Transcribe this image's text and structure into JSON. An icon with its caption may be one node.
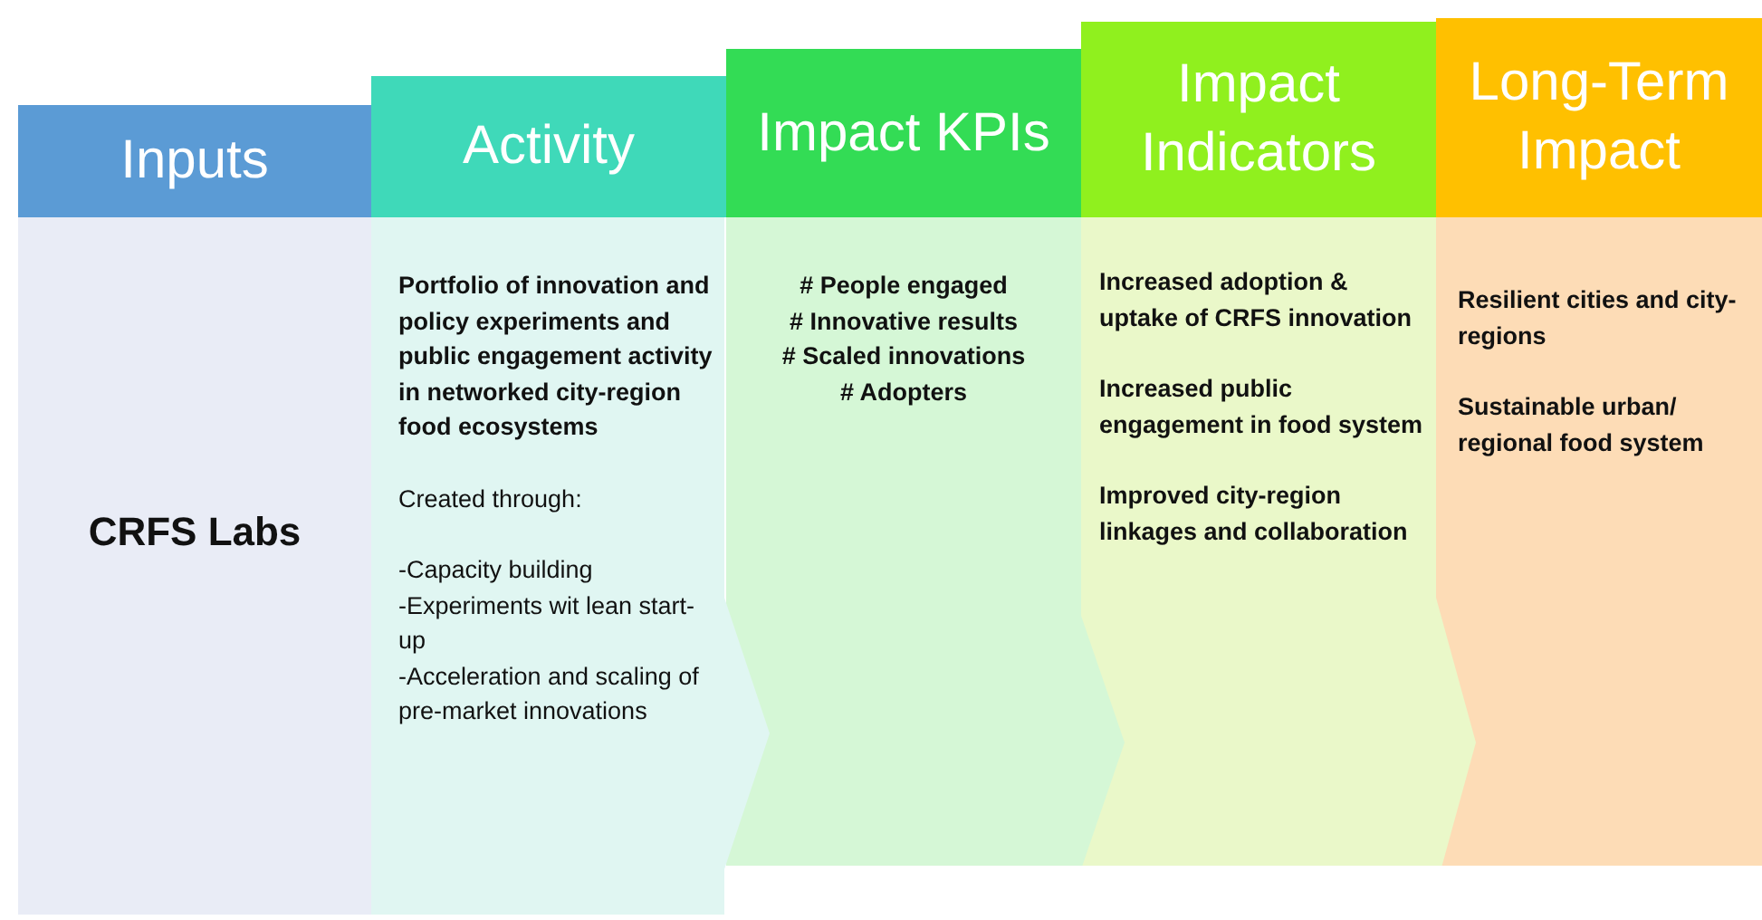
{
  "diagram": {
    "nodes": [
      {
        "text": [
          "Inputs"
        ]
      },
      {
        "text": [
          "CRFS Labs"
        ]
      },
      {
        "text": [
          "Activity"
        ]
      },
      {
        "text": [
          "Portfolio of innovation and policy experiments and public engagement activity in networked city-region food ecosystems",
          "Created through:",
          "-Capacity building",
          "-Experiments wit lean start-up",
          "-Acceleration and scaling of pre-market innovations"
        ]
      },
      {
        "text": [
          "Impact KPIs"
        ]
      },
      {
        "text": [
          "# People engaged",
          "# Innovative results",
          "# Scaled innovations",
          "# Adopters"
        ]
      },
      {
        "text": [
          "Impact Indicators"
        ]
      },
      {
        "text": [
          "Increased adoption & uptake of CRFS innovation",
          "Increased public engagement in food system",
          "Improved city-region linkages and collaboration"
        ]
      },
      {
        "text": [
          "Long-Term Impact"
        ]
      },
      {
        "text": [
          "Resilient cities and city-regions",
          "Sustainable urban/ regional food system"
        ]
      }
    ]
  }
}
